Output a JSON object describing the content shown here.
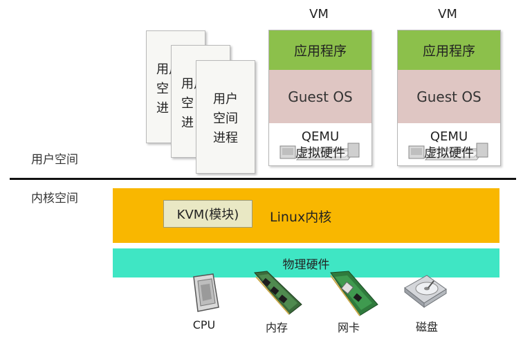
{
  "labels": {
    "user_space": "用户空间",
    "kernel_space": "内核空间"
  },
  "process_cards": [
    {
      "lines": [
        "用户",
        "空",
        "进"
      ]
    },
    {
      "lines": [
        "用户",
        "空",
        "进"
      ]
    },
    {
      "lines": [
        "用户",
        "空间",
        "进程"
      ]
    }
  ],
  "vms": [
    {
      "title": "VM",
      "app": "应用程序",
      "os": "Guest OS",
      "qemu": "QEMU",
      "virtual_hw": "虚拟硬件"
    },
    {
      "title": "VM",
      "app": "应用程序",
      "os": "Guest OS",
      "qemu": "QEMU",
      "virtual_hw": "虚拟硬件"
    }
  ],
  "kernel": {
    "kvm": "KVM(模块)",
    "label": "Linux内核"
  },
  "hardware": {
    "label": "物理硬件",
    "devices": [
      "CPU",
      "内存",
      "网卡",
      "磁盘"
    ]
  },
  "colors": {
    "app": "#8cc04b",
    "guest_os": "#dfc6c3",
    "kernel": "#f9b700",
    "kvm": "#e9e8c4",
    "hardware": "#3fe6c4"
  },
  "icons": [
    "cpu-chip-icon",
    "memory-module-icon",
    "network-card-icon",
    "hard-disk-icon",
    "virtual-hardware-icon"
  ]
}
